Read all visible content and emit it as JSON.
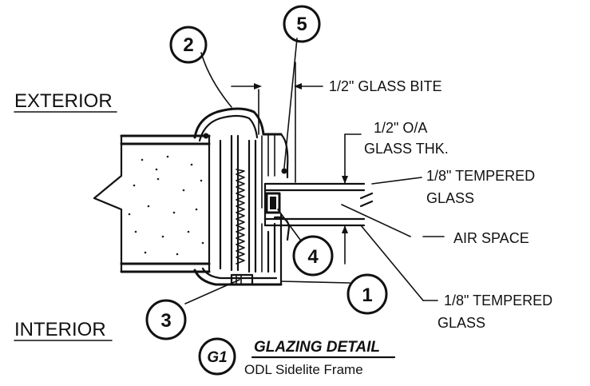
{
  "labels": {
    "exterior": "EXTERIOR",
    "interior": "INTERIOR",
    "glass_bite": "1/2\" GLASS BITE",
    "oa_line1": "1/2\" O/A",
    "oa_line2": "GLASS THK.",
    "tempered_top_line1": "1/8\" TEMPERED",
    "tempered_top_line2": "GLASS",
    "air_space": "AIR SPACE",
    "tempered_bottom_line1": "1/8\" TEMPERED",
    "tempered_bottom_line2": "GLASS"
  },
  "callouts": {
    "c1": "1",
    "c2": "2",
    "c3": "3",
    "c4": "4",
    "c5": "5"
  },
  "title_block": {
    "tag": "G1",
    "title": "GLAZING DETAIL",
    "subtitle": "ODL Sidelite Frame"
  }
}
